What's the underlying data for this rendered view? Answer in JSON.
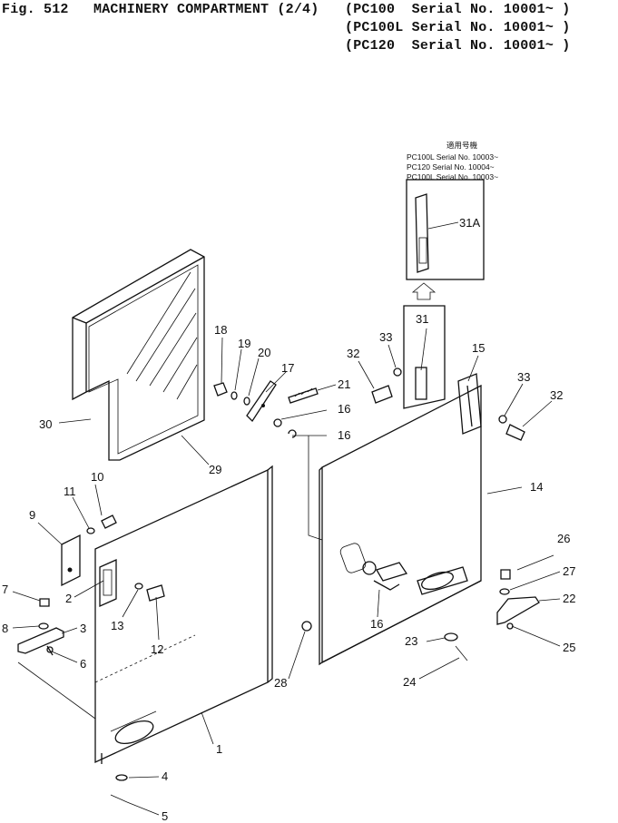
{
  "header": {
    "fig": "Fig. 512",
    "title": "MACHINERY COMPARTMENT (2/4)",
    "serials": [
      "(PC100  Serial No. 10001~ )",
      "(PC100L Serial No. 10001~ )",
      "(PC120  Serial No. 10001~ )"
    ]
  },
  "inset": {
    "jp_note": "適用号機",
    "serials": [
      "PC100L Serial No. 10003~",
      "PC120  Serial No. 10004~",
      "PC100L Serial No. 10003~"
    ],
    "part_label": "31A"
  },
  "callouts": {
    "c1": "1",
    "c2": "2",
    "c3": "3",
    "c4": "4",
    "c5": "5",
    "c6": "6",
    "c7": "7",
    "c8": "8",
    "c9": "9",
    "c10": "10",
    "c11": "11",
    "c12": "12",
    "c13": "13",
    "c14": "14",
    "c15": "15",
    "c16a": "16",
    "c16b": "16",
    "c16c": "16",
    "c17": "17",
    "c18": "18",
    "c19": "19",
    "c20": "20",
    "c21": "21",
    "c22": "22",
    "c23": "23",
    "c24": "24",
    "c25": "25",
    "c26": "26",
    "c27": "27",
    "c28": "28",
    "c29": "29",
    "c30": "30",
    "c31": "31",
    "c32a": "32",
    "c32b": "32",
    "c33a": "33",
    "c33b": "33"
  }
}
